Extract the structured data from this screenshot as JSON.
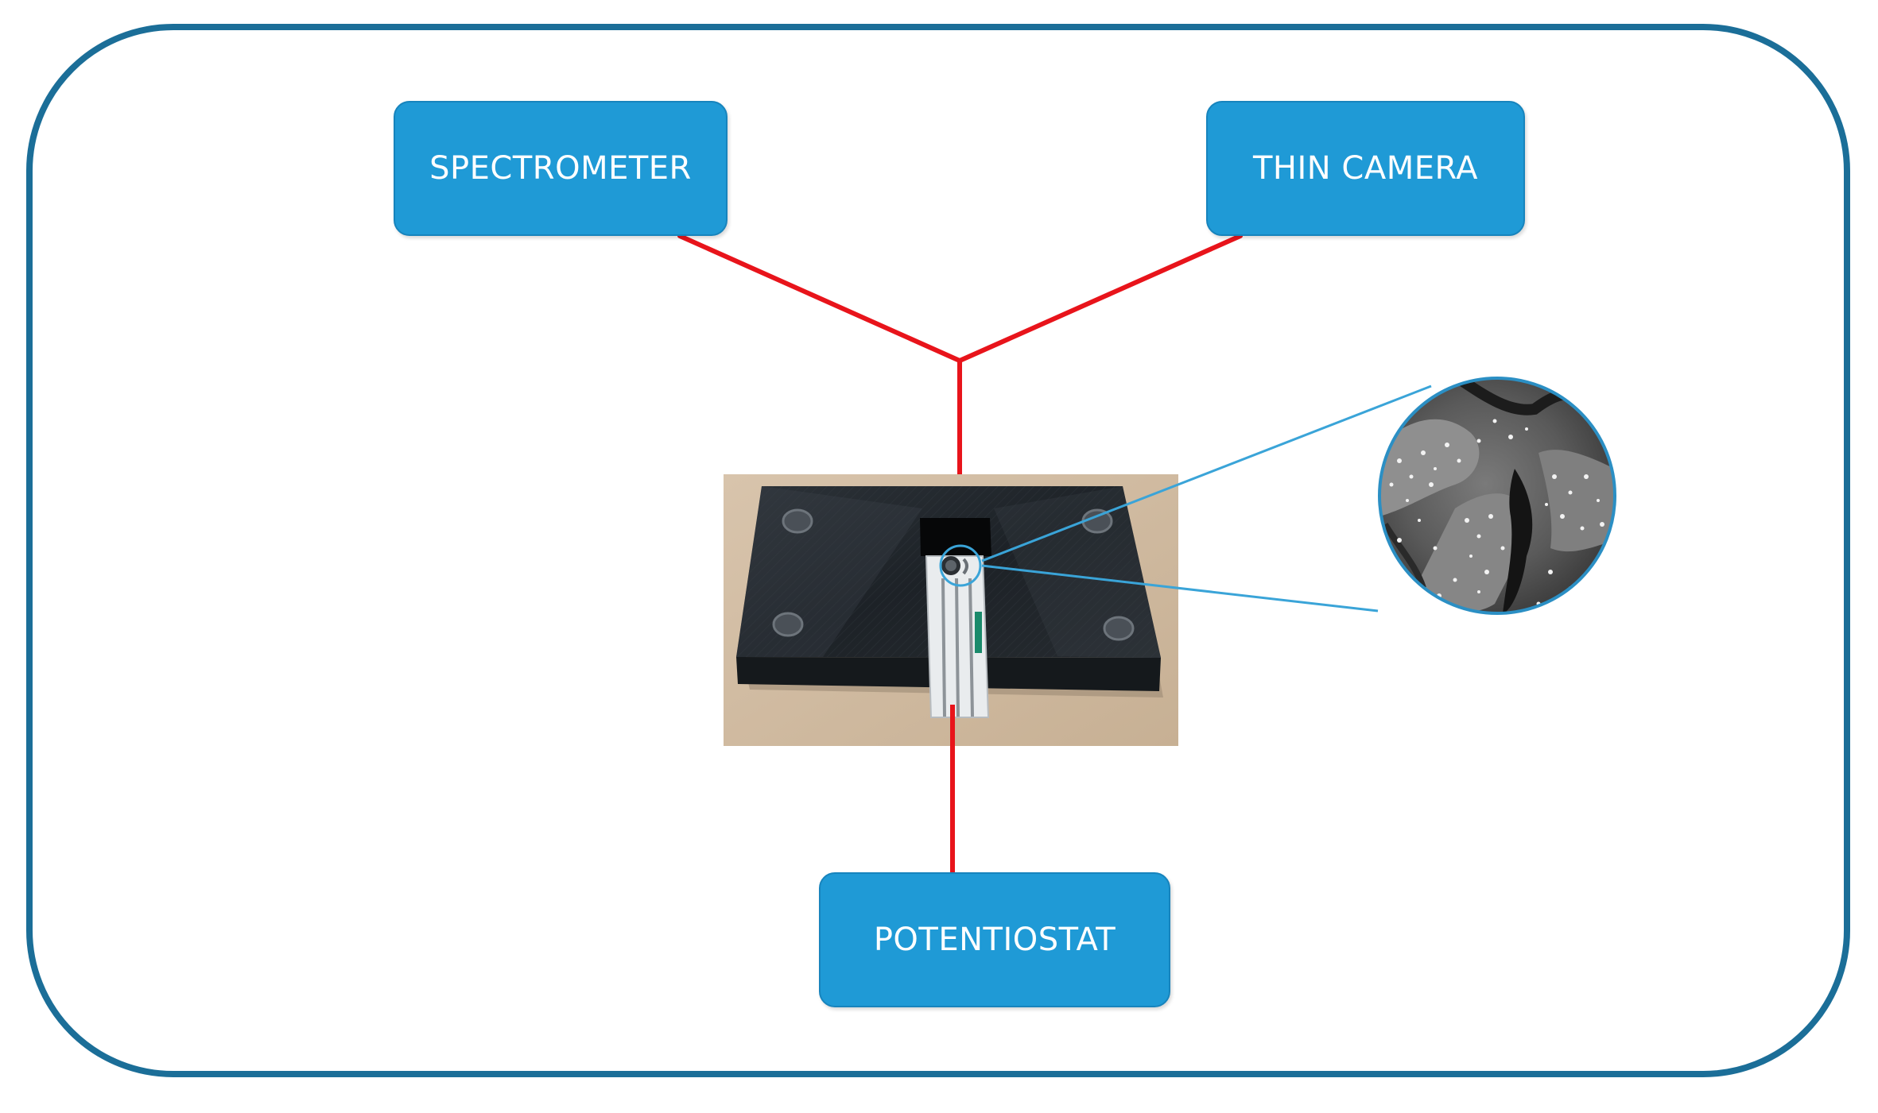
{
  "devices": {
    "spectrometer": {
      "label": "SPECTROMETER"
    },
    "thin_camera": {
      "label": "THIN CAMERA"
    },
    "potentiostat": {
      "label": "POTENTIOSTAT"
    }
  },
  "colors": {
    "frame_border": "#1b6e98",
    "box_fill": "#1f9ad6",
    "box_text": "#ffffff",
    "connector": "#e8141b",
    "zoom_lines": "#3aa4d8"
  },
  "photo": {
    "subject": "black 3D-printed holder with inserted screen-printed electrode",
    "zoom_inset": "SEM micrograph of electrode surface with nanoparticles"
  }
}
